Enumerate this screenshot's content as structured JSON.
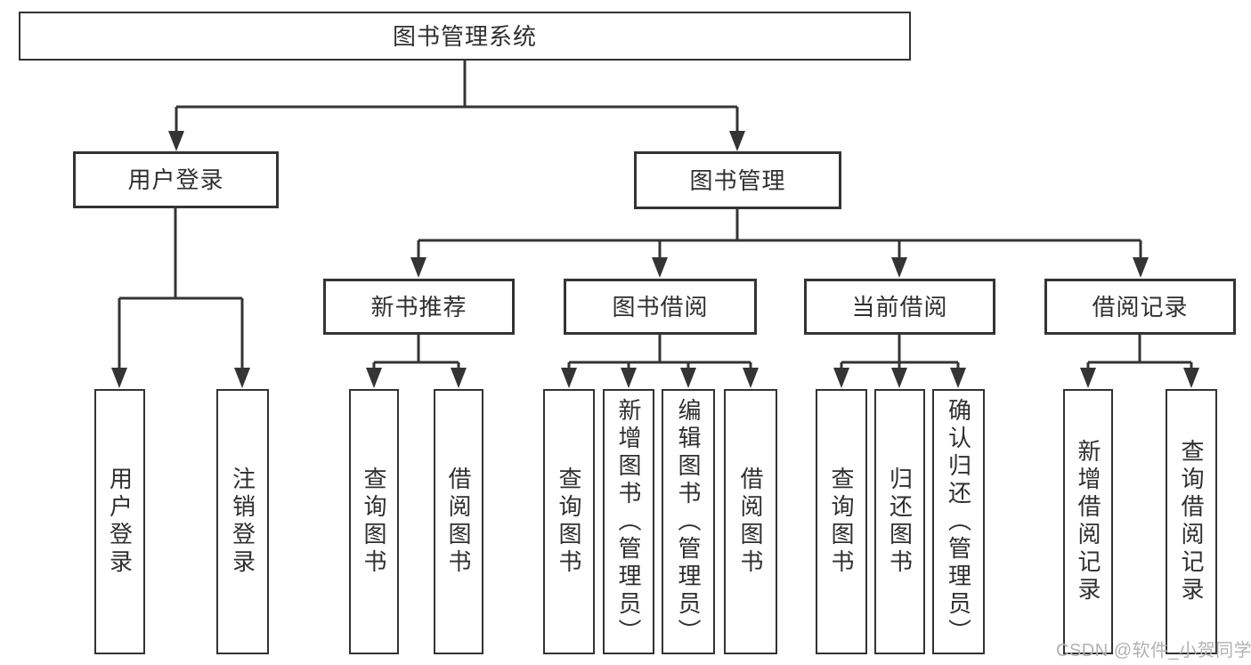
{
  "tree": {
    "root": {
      "label": "图书管理系统",
      "children": [
        {
          "label": "用户登录",
          "children": [
            {
              "label": "用户登录"
            },
            {
              "label": "注销登录"
            }
          ]
        },
        {
          "label": "图书管理",
          "children": [
            {
              "label": "新书推荐",
              "children": [
                {
                  "label": "查询图书"
                },
                {
                  "label": "借阅图书"
                }
              ]
            },
            {
              "label": "图书借阅",
              "children": [
                {
                  "label": "查询图书"
                },
                {
                  "label": "新增图书（管理员）"
                },
                {
                  "label": "编辑图书（管理员）"
                },
                {
                  "label": "借阅图书"
                }
              ]
            },
            {
              "label": "当前借阅",
              "children": [
                {
                  "label": "查询图书"
                },
                {
                  "label": "归还图书"
                },
                {
                  "label": "确认归还（管理员）"
                }
              ]
            },
            {
              "label": "借阅记录",
              "children": [
                {
                  "label": "新增借阅记录"
                },
                {
                  "label": "查询借阅记录"
                }
              ]
            }
          ]
        }
      ]
    }
  },
  "watermark": "CSDN @软件_小贺同学",
  "colors": {
    "line": "#343434",
    "box_border": "#333333",
    "text": "#2f2f2f",
    "background": "#ffffff",
    "watermark": "#b2b2b2"
  }
}
